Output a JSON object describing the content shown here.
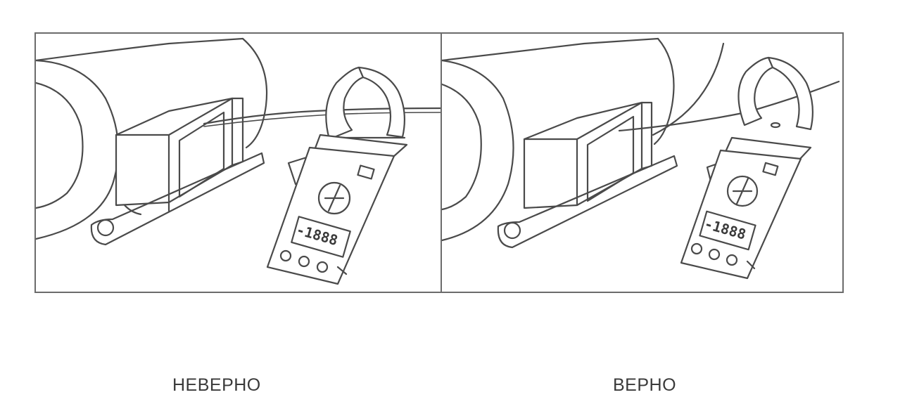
{
  "panels": [
    {
      "id": "incorrect",
      "caption": "НЕВЕРНО",
      "display_reading": "-1888"
    },
    {
      "id": "correct",
      "caption": "ВЕРНО",
      "display_reading": "-1888"
    }
  ],
  "colors": {
    "line": "#4a4a4a",
    "frame": "#6b6b6b",
    "caption": "#3a3a3a",
    "background": "#ffffff"
  }
}
